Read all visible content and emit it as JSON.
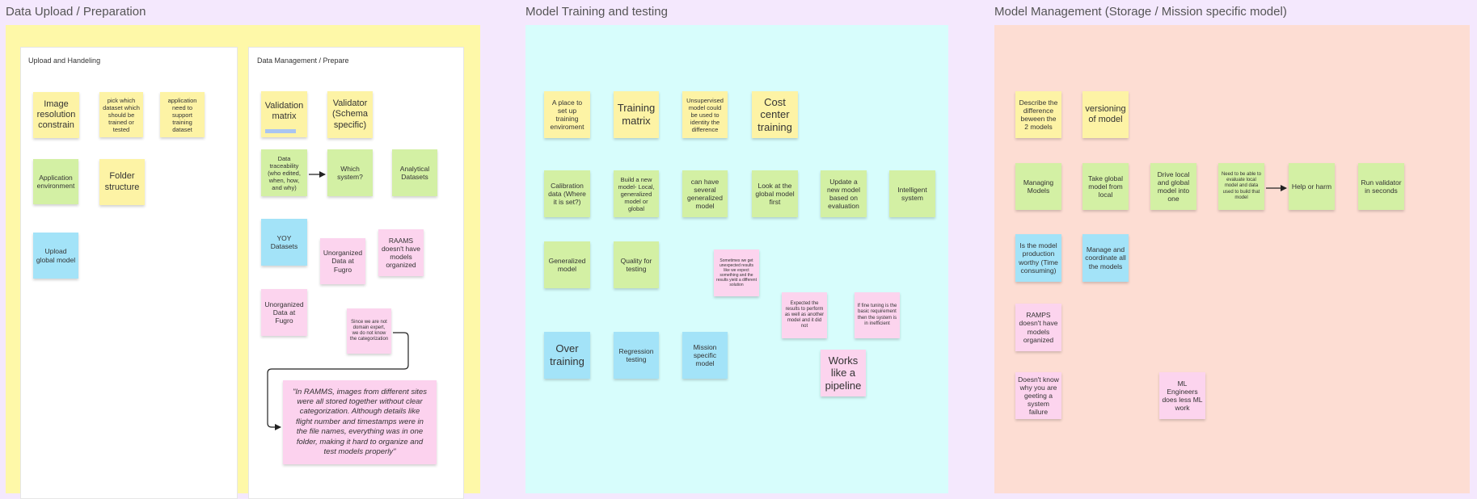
{
  "sections": {
    "upload": {
      "title": "Data Upload / Preparation",
      "panels": {
        "handling": {
          "title": "Upload and Handeling",
          "notes": [
            "Image resolution constrain",
            "pick which dataset which should be trained or tested",
            "application need to support training dataset",
            "Application environment",
            "Folder structure",
            "Upload global model"
          ]
        },
        "manage": {
          "title": "Data Management / Prepare",
          "notes": [
            "Validation matrix",
            "Validator (Schema specific)",
            "Data traceability (who edited, when, how, and why)",
            "Which system?",
            "Analytical Datasets",
            "YOY Datasets",
            "Unorganized Data at Fugro",
            "RAAMS doesn't have models organized",
            "Unorganized Data at Fugro",
            "Since we are not domain expert, we do not know the categorization"
          ],
          "quote": "\"In RAMMS, images from different sites were all stored together without clear categorization. Although details like flight number and timestamps were in the file names, everything was in one folder, making it hard to organize and test models properly\""
        }
      }
    },
    "training": {
      "title": "Model Training and testing",
      "notes": [
        "A place to set up training enviroment",
        "Training matrix",
        "Unsupervised model could be used to identity the difference",
        "Cost center training",
        "Calibration data (Where it is set?)",
        "Build a new model- Local, generalized model or global",
        "can have several generalized model",
        "Look at the global model first",
        "Update a new model based on evaluation",
        "Intelligent system",
        "Generalized model",
        "Quality for testing",
        "Sometimes we get unexpected results like we expect something and the results yield a different solution",
        "Expected the results to perform as well as another model and it did not",
        "If fine tuning is the basic requirement then the system is in inefficient",
        "Over training",
        "Regression testing",
        "Mission specific model",
        "Works like a pipeline"
      ]
    },
    "management": {
      "title": "Model Management (Storage / Mission specific model)",
      "notes": [
        "Describe the difference beween the 2 models",
        "versioning of model",
        "Managing Models",
        "Take global model from local",
        "Drive local and global model into one",
        "Need to be able to evaluate local model and data used to build that model",
        "Help or harm",
        "Run validator in seconds",
        "Is the model production worthy (Time consuming)",
        "Manage and coordinate all the models",
        "RAMPS doesn't have models organized",
        "Doesn't know why you are geeting a system failure",
        "ML Engineers does less ML work"
      ]
    }
  },
  "colors": {
    "background": "#f4e8fd",
    "upload_section": "#fef8a8",
    "training_section": "#d7fdfc",
    "management_section": "#fdddd3",
    "sticky_yellow": "#fdf3a5",
    "sticky_green": "#d3f0a4",
    "sticky_blue": "#a3e3f8",
    "sticky_pink": "#fcd4ee"
  }
}
